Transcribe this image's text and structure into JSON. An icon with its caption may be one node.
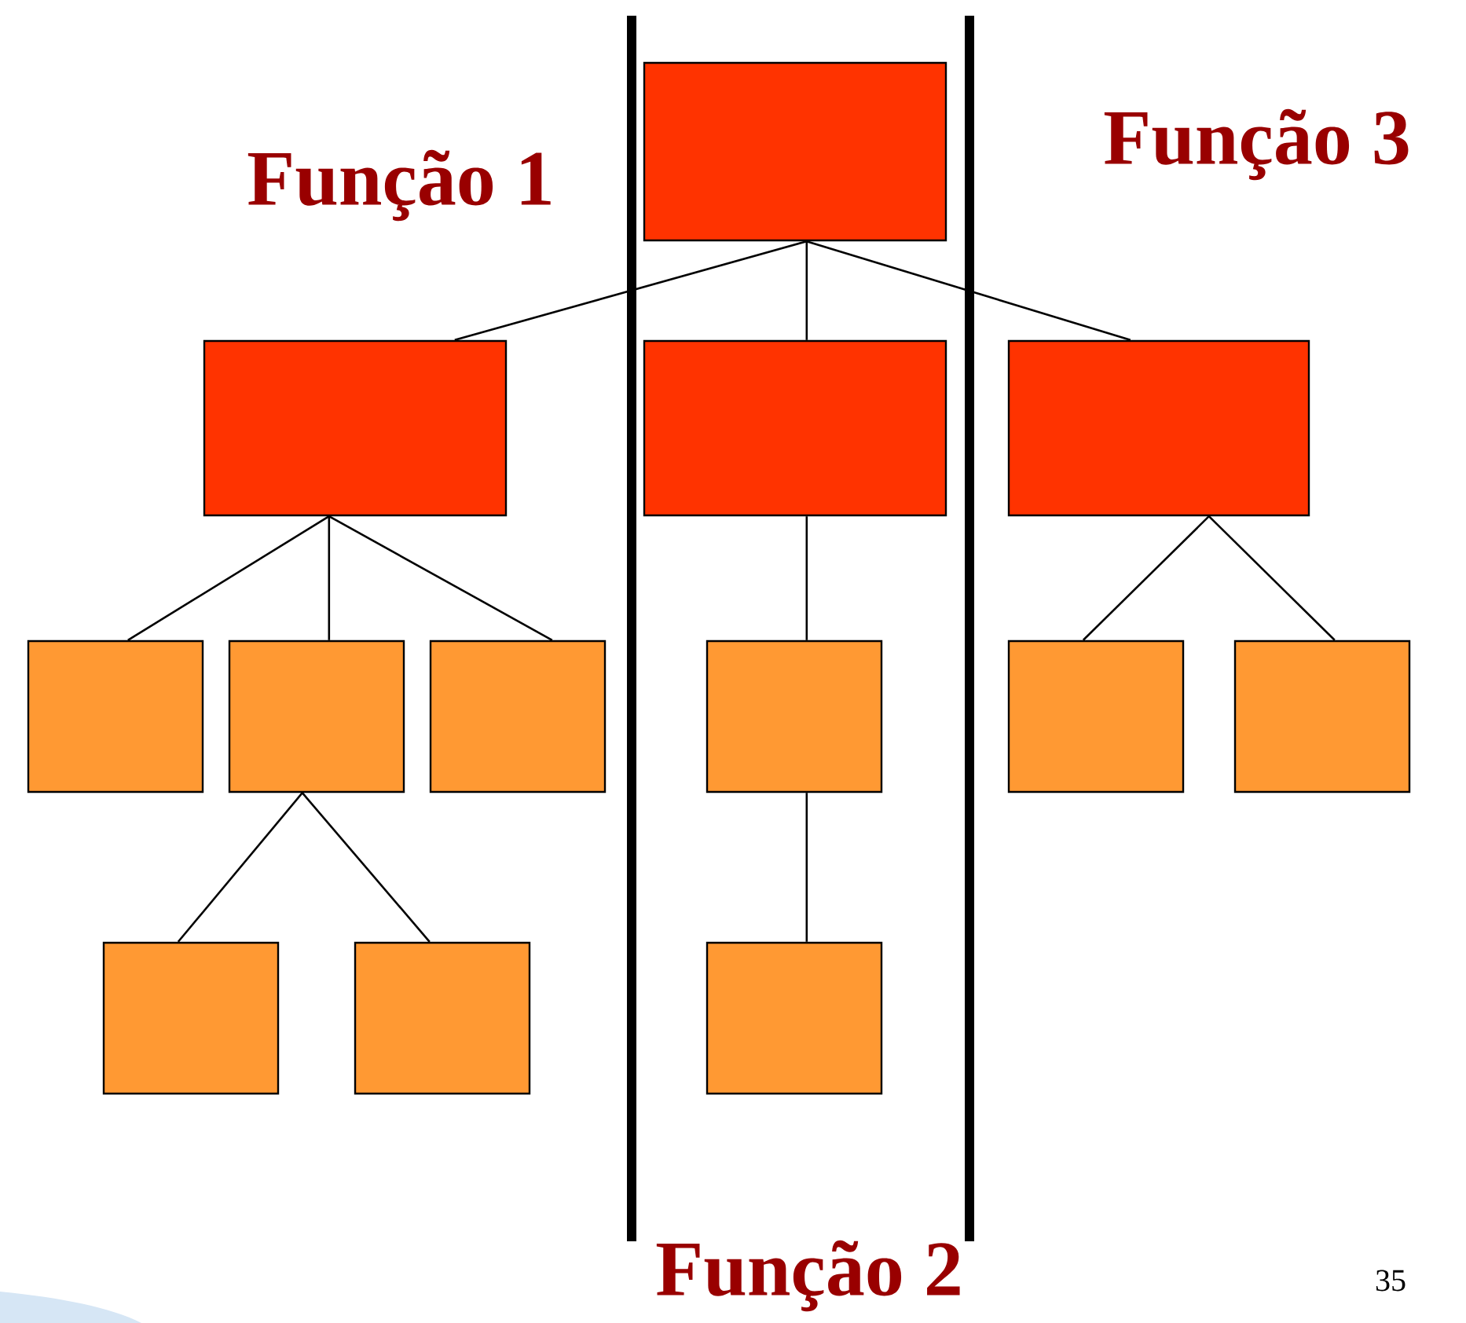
{
  "diagram": {
    "nodes": [
      {
        "text": [],
        "shape": "box"
      },
      {
        "text": [],
        "shape": "box"
      },
      {
        "text": [],
        "shape": "box"
      },
      {
        "text": [],
        "shape": "box"
      },
      {
        "text": [],
        "shape": "box"
      },
      {
        "text": [],
        "shape": "box"
      },
      {
        "text": [],
        "shape": "box"
      },
      {
        "text": [],
        "shape": "box"
      },
      {
        "text": [],
        "shape": "box"
      },
      {
        "text": [],
        "shape": "box"
      },
      {
        "text": [],
        "shape": "box"
      },
      {
        "text": [],
        "shape": "box"
      },
      {
        "text": [],
        "shape": "box"
      }
    ],
    "edges": [
      {
        "from": 0,
        "to": 1,
        "arrow": "none"
      },
      {
        "from": 0,
        "to": 2,
        "arrow": "none"
      },
      {
        "from": 0,
        "to": 3,
        "arrow": "none"
      },
      {
        "from": 1,
        "to": 4,
        "arrow": "none"
      },
      {
        "from": 1,
        "to": 5,
        "arrow": "none"
      },
      {
        "from": 1,
        "to": 6,
        "arrow": "none"
      },
      {
        "from": 2,
        "to": 7,
        "arrow": "none"
      },
      {
        "from": 3,
        "to": 8,
        "arrow": "none"
      },
      {
        "from": 3,
        "to": 9,
        "arrow": "none"
      },
      {
        "from": 5,
        "to": 10,
        "arrow": "none"
      },
      {
        "from": 5,
        "to": 11,
        "arrow": "none"
      },
      {
        "from": 7,
        "to": 12,
        "arrow": "none"
      }
    ],
    "labels": [
      "Função 1",
      "Função 3",
      "Função 2",
      "35"
    ]
  }
}
